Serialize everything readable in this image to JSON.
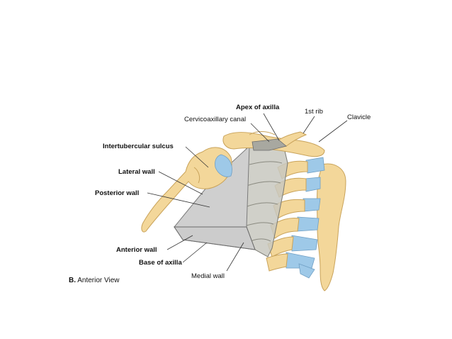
{
  "figure": {
    "caption_letter": "B.",
    "caption_text": "Anterior View"
  },
  "labels": {
    "apex_of_axilla": "Apex of axilla",
    "cervicoaxillary_canal": "Cervicoaxillary canal",
    "first_rib": "1st rib",
    "clavicle": "Clavicle",
    "intertubercular_sulcus": "Intertubercular sulcus",
    "lateral_wall": "Lateral wall",
    "posterior_wall": "Posterior wall",
    "anterior_wall": "Anterior wall",
    "base_of_axilla": "Base of axilla",
    "medial_wall": "Medial wall"
  },
  "colors": {
    "bone": "#f3d79a",
    "bone_outline": "#c9a35a",
    "cartilage": "#9ec9e8",
    "wall_fill": "#cfcfcf",
    "wall_dark": "#b0b0b0",
    "leader": "#333333"
  }
}
